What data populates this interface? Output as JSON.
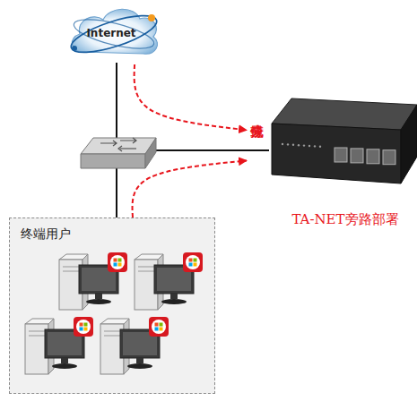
{
  "diagram": {
    "nodes": [
      {
        "text": [
          "Internet"
        ]
      },
      {
        "text": [
          "TA-NET旁路部署"
        ]
      },
      {
        "text": [
          "终端用户"
        ]
      }
    ],
    "edges": [
      {
        "from": 0,
        "to": 1,
        "arrow": "to"
      },
      {
        "from": 2,
        "to": 1,
        "arrow": "to"
      }
    ],
    "labels": [
      "分光或镜像"
    ]
  }
}
